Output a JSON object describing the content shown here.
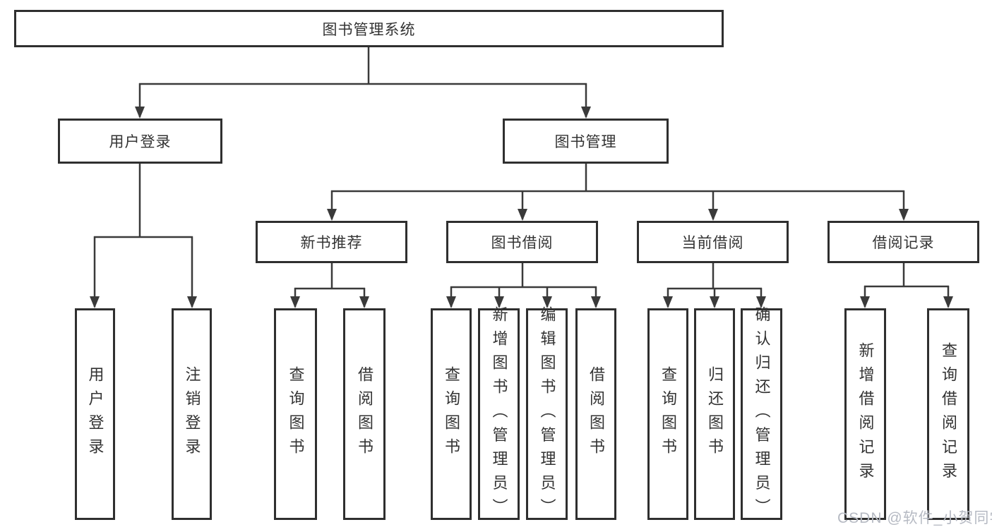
{
  "diagram": {
    "root": {
      "label": "图书管理系统"
    },
    "branches": [
      {
        "label": "用户登录",
        "children": [
          {
            "label": "用户登录"
          },
          {
            "label": "注销登录"
          }
        ]
      },
      {
        "label": "图书管理",
        "children": [
          {
            "label": "新书推荐",
            "children": [
              {
                "label": "查询图书"
              },
              {
                "label": "借阅图书"
              }
            ]
          },
          {
            "label": "图书借阅",
            "children": [
              {
                "label": "查询图书"
              },
              {
                "label": "新增图书（管理员）"
              },
              {
                "label": "编辑图书（管理员）"
              },
              {
                "label": "借阅图书"
              }
            ]
          },
          {
            "label": "当前借阅",
            "children": [
              {
                "label": "查询图书"
              },
              {
                "label": "归还图书"
              },
              {
                "label": "确认归还（管理员）"
              }
            ]
          },
          {
            "label": "借阅记录",
            "children": [
              {
                "label": "新增借阅记录"
              },
              {
                "label": "查询借阅记录"
              }
            ]
          }
        ]
      }
    ],
    "colors": {
      "line": "#3a3a3a",
      "box_border": "#2f2f2f",
      "text": "#333333",
      "watermark": "#b6bac3",
      "background": "#ffffff"
    }
  },
  "watermark": {
    "text": "CSDN @软件_小贺同学"
  }
}
